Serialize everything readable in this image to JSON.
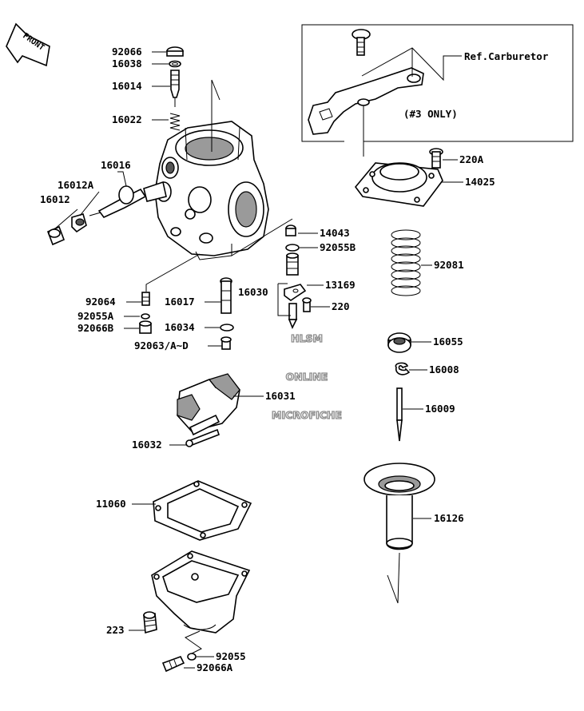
{
  "front_label": "FRONT",
  "ref_label": "Ref.Carburetor",
  "ref_note": "(#3 ONLY)",
  "watermark": {
    "line1": "HLSM",
    "line2": "ONLINE",
    "line3": "MICROFICHE"
  },
  "parts": {
    "p92066": "92066",
    "p16038": "16038",
    "p16014": "16014",
    "p16022": "16022",
    "p16016": "16016",
    "p16012A": "16012A",
    "p16012": "16012",
    "p92064": "92064",
    "p92055A": "92055A",
    "p92066B": "92066B",
    "p16017": "16017",
    "p16034": "16034",
    "p92063": "92063/A~D",
    "p16030": "16030",
    "p14043": "14043",
    "p92055B": "92055B",
    "p13169": "13169",
    "p220": "220",
    "p220A": "220A",
    "p14025": "14025",
    "p92081": "92081",
    "p16055": "16055",
    "p16008": "16008",
    "p16009": "16009",
    "p16031": "16031",
    "p16032": "16032",
    "p11060": "11060",
    "p16126": "16126",
    "p223": "223",
    "p92055": "92055",
    "p92066A": "92066A"
  }
}
